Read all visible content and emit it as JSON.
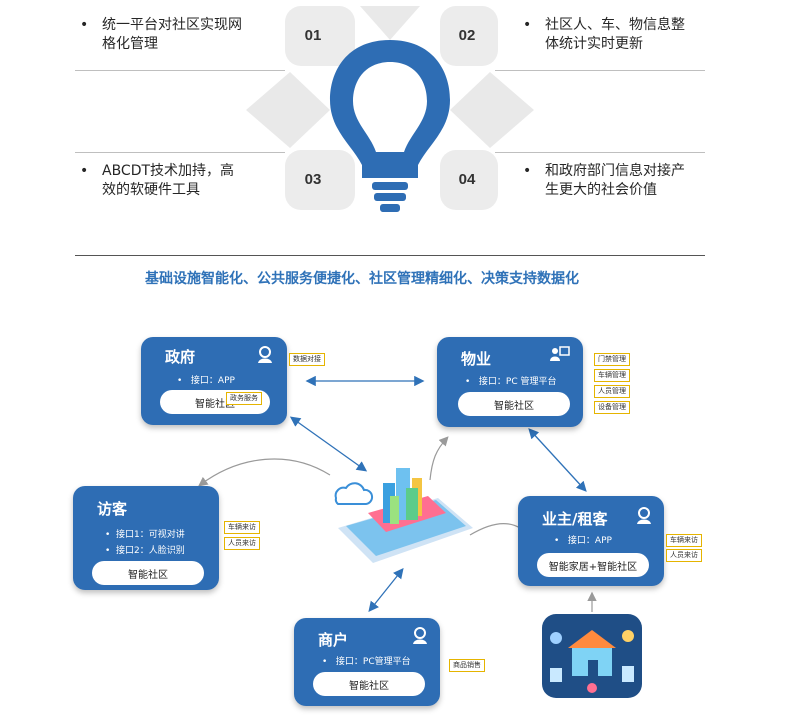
{
  "top": {
    "items": [
      {
        "num": "01",
        "text_line1": "统一平台对社区实现网",
        "text_line2": "格化管理"
      },
      {
        "num": "02",
        "text_line1": "社区人、车、物信息整",
        "text_line2": "体统计实时更新"
      },
      {
        "num": "03",
        "text_line1": "ABCDT技术加持，高",
        "text_line2": "效的软硬件工具"
      },
      {
        "num": "04",
        "text_line1": "和政府部门信息对接产",
        "text_line2": "生更大的社会价值"
      }
    ],
    "bullet": "•"
  },
  "tagline": "基础设施智能化、公共服务便捷化、社区管理精细化、决策支持数据化",
  "diagram": {
    "gov": {
      "title": "政府",
      "iface": "接口：APP",
      "pill": "智能社区",
      "tags": [
        "数据对接",
        "政务服务"
      ]
    },
    "property": {
      "title": "物业",
      "iface": "接口：PC 管理平台",
      "pill": "智能社区",
      "tags": [
        "门禁管理",
        "车辆管理",
        "人员管理",
        "设备管理"
      ]
    },
    "visitor": {
      "title": "访客",
      "iface1": "接口1：可视对讲",
      "iface2": "接口2：人脸识别",
      "pill": "智能社区",
      "tags": [
        "车辆来访",
        "人员来访"
      ]
    },
    "owner": {
      "title": "业主/租客",
      "iface": "接口：APP",
      "pill": "智能家居+智能社区",
      "tags": [
        "车辆来访",
        "人员来访"
      ]
    },
    "merchant": {
      "title": "商户",
      "iface": "接口：PC管理平台",
      "pill": "智能社区",
      "tags": [
        "商品销售"
      ]
    },
    "bullet": "•",
    "colors": {
      "card": "#2e6db4",
      "tag_border": "#e5b400",
      "arrow": "#2f72b8",
      "tagline": "#2f72b8"
    }
  }
}
